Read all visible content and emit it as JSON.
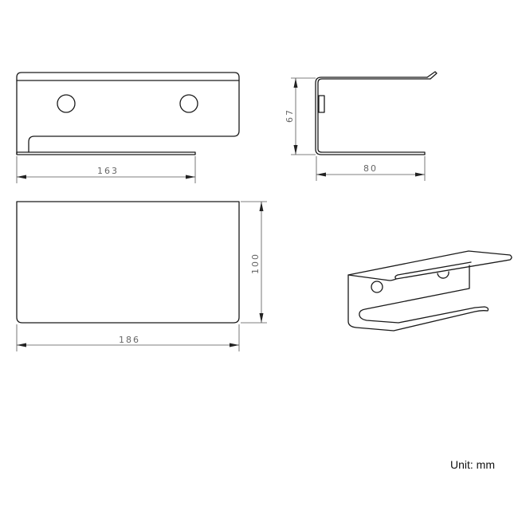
{
  "front_view": {
    "width_label": "163"
  },
  "side_view": {
    "height_label": "67",
    "depth_label": "80"
  },
  "plan_view": {
    "width_label": "186",
    "depth_label": "100"
  },
  "unit_label": "Unit: mm",
  "colors": {
    "line": "#1a1a1a",
    "dimension": "#555555",
    "background": "#ffffff"
  }
}
